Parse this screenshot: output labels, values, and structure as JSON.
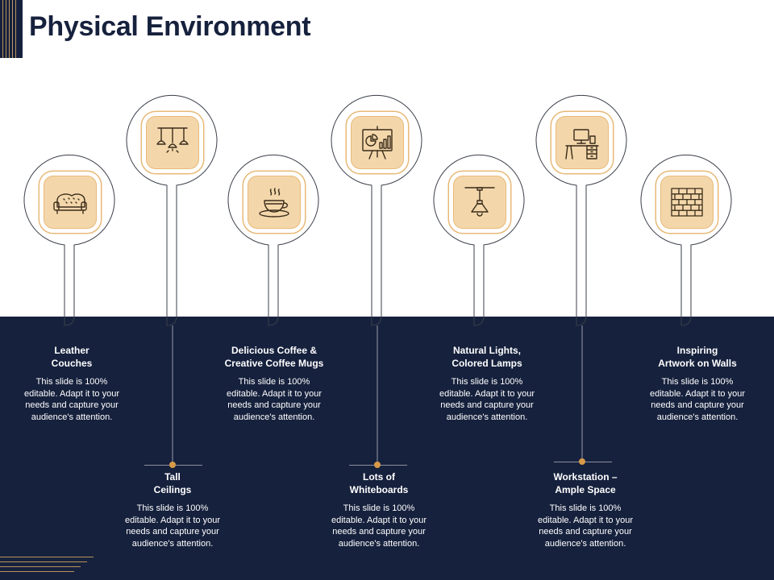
{
  "title": "Physical Environment",
  "colors": {
    "navy": "#16213d",
    "gold": "#e8b978",
    "icon_bg": "#f3d7ab",
    "dot": "#d99a48"
  },
  "items": [
    {
      "title_line1": "Leather",
      "title_line2": "Couches",
      "icon": "couch-icon",
      "body": [
        "This slide is 100%",
        "editable. Adapt it to your",
        "needs and capture your",
        "audience's attention."
      ]
    },
    {
      "title_line1": "Tall",
      "title_line2": "Ceilings",
      "icon": "ceiling-lamps-icon",
      "body": [
        "This slide is 100%",
        "editable. Adapt it to your",
        "needs and capture your",
        "audience's attention."
      ]
    },
    {
      "title_line1": "Delicious Coffee &",
      "title_line2": "Creative Coffee Mugs",
      "icon": "coffee-cup-icon",
      "body": [
        "This slide is 100%",
        "editable. Adapt it to your",
        "needs and capture your",
        "audience's attention."
      ]
    },
    {
      "title_line1": "Lots of",
      "title_line2": "Whiteboards",
      "icon": "whiteboard-icon",
      "body": [
        "This slide is 100%",
        "editable. Adapt it to your",
        "needs and capture your",
        "audience's attention."
      ]
    },
    {
      "title_line1": "Natural Lights,",
      "title_line2": "Colored Lamps",
      "icon": "hanging-lamp-icon",
      "body": [
        "This slide is 100%",
        "editable. Adapt it to your",
        "needs and capture your",
        "audience's attention."
      ]
    },
    {
      "title_line1": "Workstation –",
      "title_line2": "Ample Space",
      "icon": "workstation-icon",
      "body": [
        "This slide is 100%",
        "editable. Adapt it to your",
        "needs and capture your",
        "audience's attention."
      ]
    },
    {
      "title_line1": "Inspiring",
      "title_line2": "Artwork on Walls",
      "icon": "brick-wall-icon",
      "body": [
        "This slide is 100%",
        "editable. Adapt it to your",
        "needs and capture your",
        "audience's attention."
      ]
    }
  ]
}
